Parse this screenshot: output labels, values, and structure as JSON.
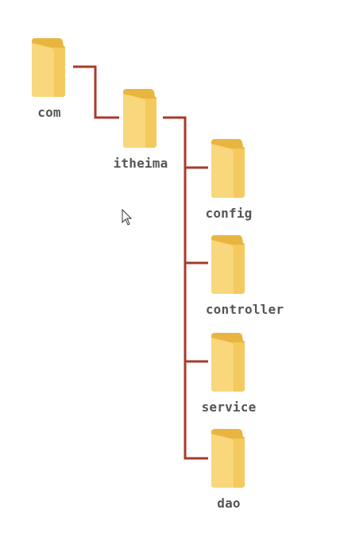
{
  "diagram": {
    "connector_color": "#a83a2a",
    "folder_color": "#f4c95d",
    "folders": {
      "com": "com",
      "itheima": "itheima",
      "config": "config",
      "controller": "controller",
      "service": "service",
      "dao": "dao"
    },
    "icon": "folder-icon"
  }
}
